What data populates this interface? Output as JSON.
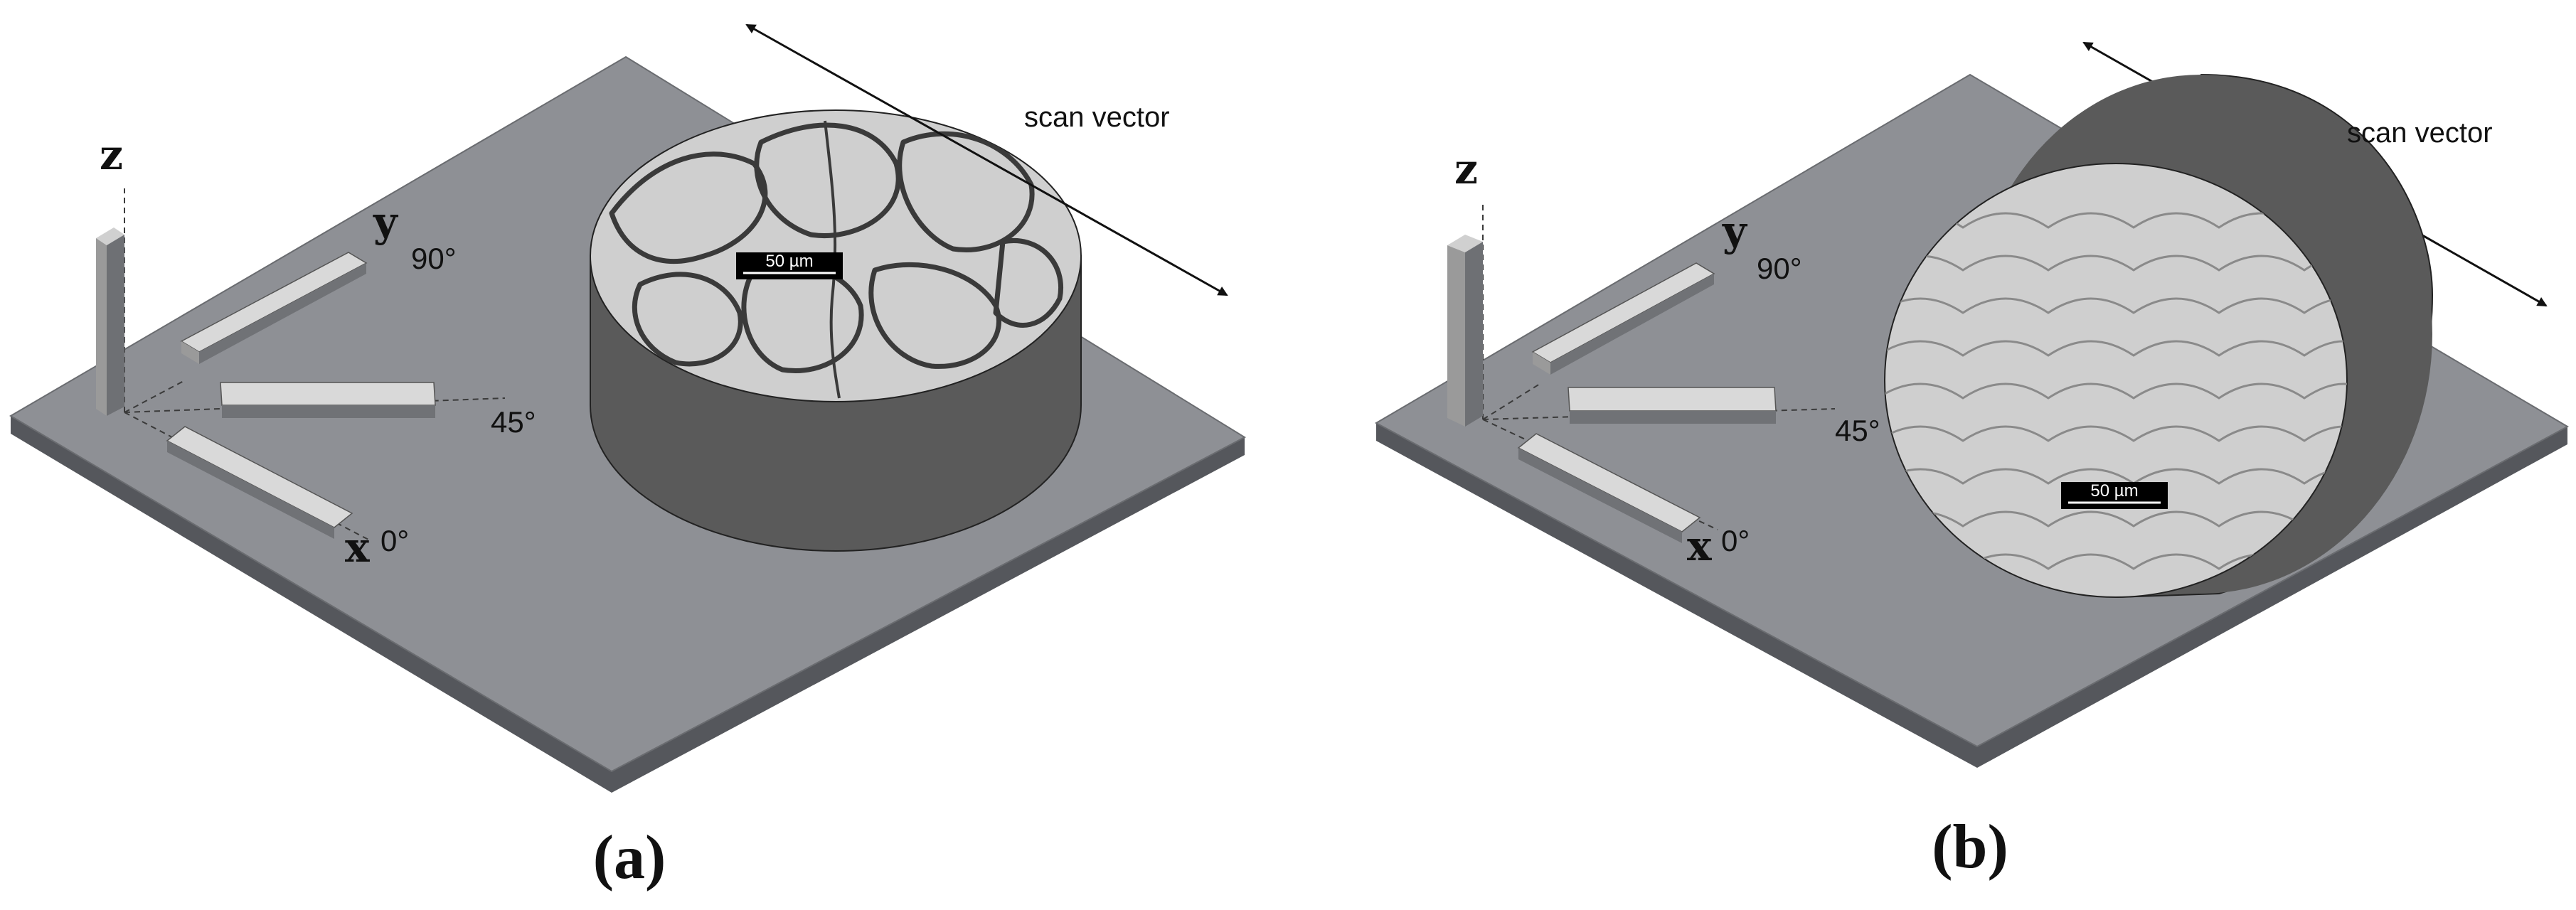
{
  "colors": {
    "plate_top": "#8e9095",
    "plate_edge": "#55575c",
    "bar_top": "#d9d9d9",
    "bar_side": "#707276",
    "cylinder_side": "#5a5a5a",
    "micro_bg": "#cfcfcf",
    "micro_grain": "#3a3a3a",
    "arrow": "#111111"
  },
  "panels": [
    {
      "id": "a",
      "caption": "(a)",
      "axis_labels": {
        "z": "z",
        "y": "y",
        "x": "x"
      },
      "angle_labels": {
        "deg90": "90°",
        "deg45": "45°",
        "deg0": "0°"
      },
      "scan_vector_label": "scan vector",
      "scale_bar_label": "50 µm",
      "cylinder_orientation": "vertical"
    },
    {
      "id": "b",
      "caption": "(b)",
      "axis_labels": {
        "z": "z",
        "y": "y",
        "x": "x"
      },
      "angle_labels": {
        "deg90": "90°",
        "deg45": "45°",
        "deg0": "0°"
      },
      "scan_vector_label": "scan vector",
      "scale_bar_label": "50 µm",
      "cylinder_orientation": "horizontal"
    }
  ]
}
